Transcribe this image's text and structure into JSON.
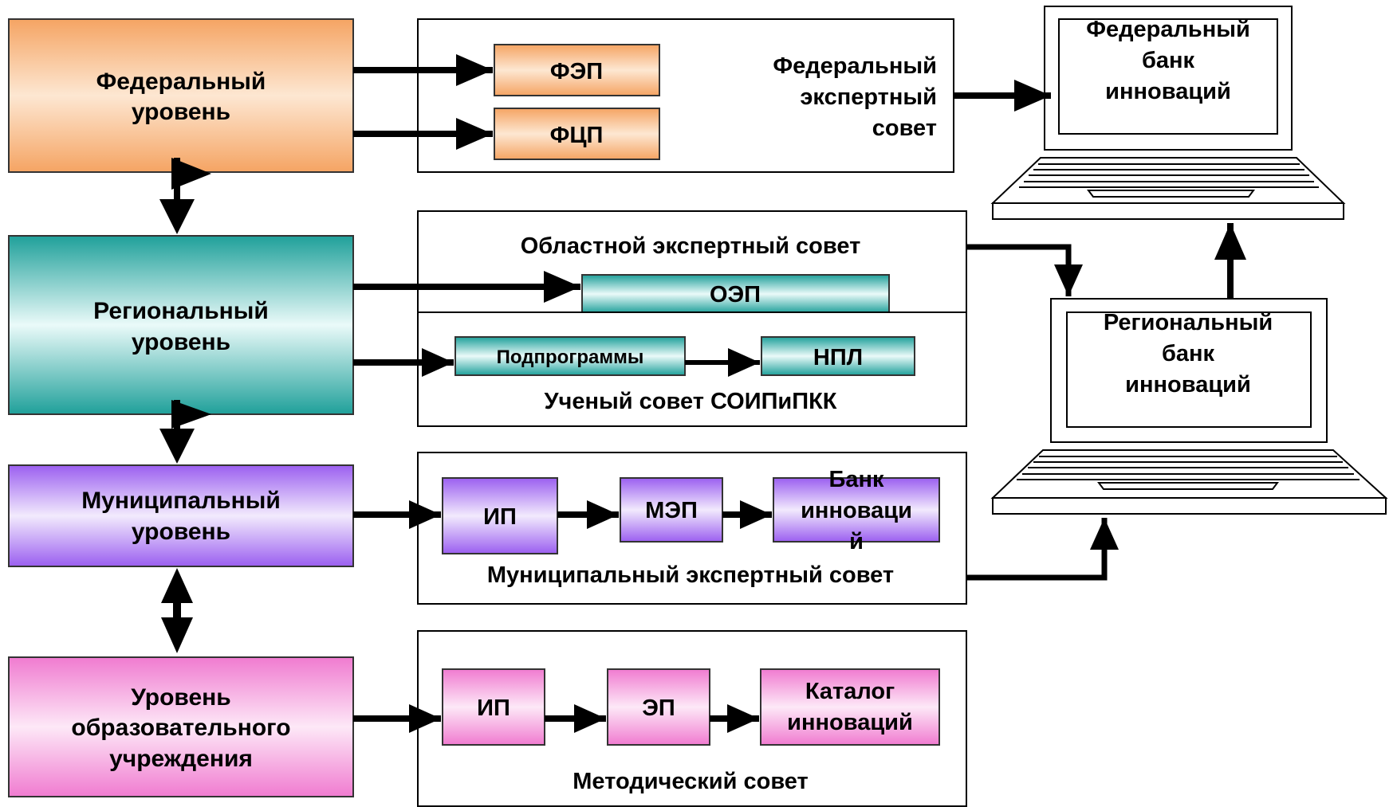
{
  "levels": {
    "federal": [
      "Федеральный",
      "уровень"
    ],
    "regional": [
      "Региональный",
      "уровень"
    ],
    "municipal": [
      "Муниципальный",
      "уровень"
    ],
    "school": [
      "Уровень",
      "образовательного",
      "учреждения"
    ]
  },
  "federal_council": {
    "title": [
      "Федеральный",
      "экспертный",
      "совет"
    ],
    "items": [
      "ФЭП",
      "ФЦП"
    ]
  },
  "regional_council": {
    "title": "Областной экспертный совет",
    "item": "ОЭП"
  },
  "academic_council": {
    "title": "Ученый совет СОИПиПКК",
    "items": [
      "Подпрограммы",
      "НПЛ"
    ]
  },
  "municipal_council": {
    "title": "Муниципальный экспертный совет",
    "items": [
      "ИП",
      "МЭП"
    ],
    "bank": [
      "Банк",
      "инноваци",
      "й"
    ]
  },
  "methodical_council": {
    "title": "Методический совет",
    "items": [
      "ИП",
      "ЭП"
    ],
    "catalog": [
      "Каталог",
      "инноваций"
    ]
  },
  "laptops": {
    "federal_bank": [
      "Федеральный",
      "банк",
      "инноваций"
    ],
    "regional_bank": [
      "Региональный",
      "банк",
      "инноваций"
    ]
  },
  "colors": {
    "federal": "#f5a463",
    "regional": "#1fa09a",
    "municipal": "#9b5ff0",
    "school": "#f07bd0",
    "arrow": "#000000"
  }
}
